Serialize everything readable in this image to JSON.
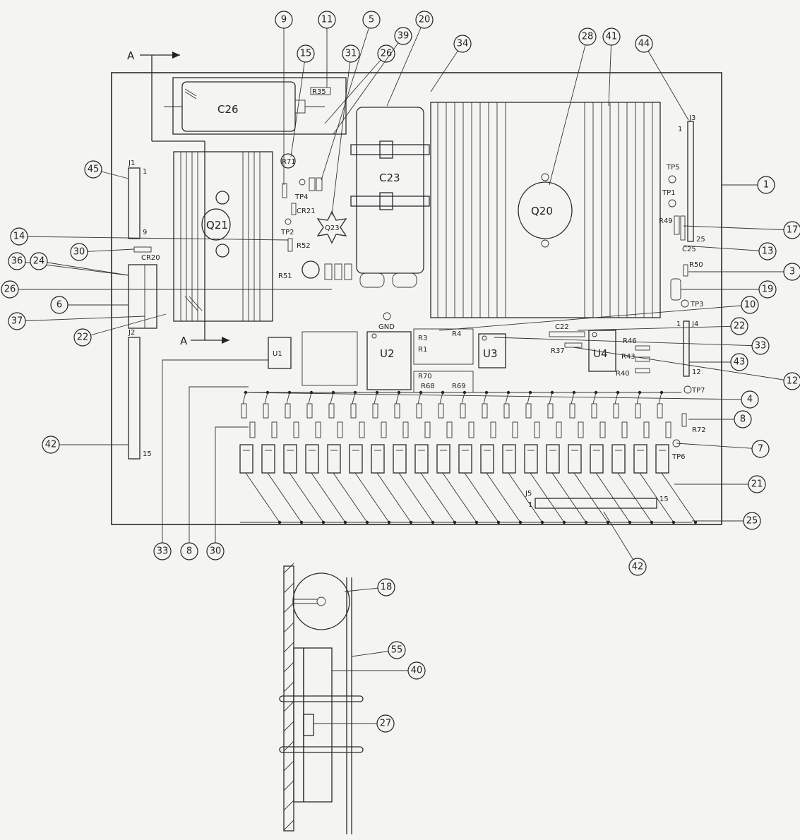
{
  "section": {
    "marker": "A"
  },
  "components": {
    "c26": "C26",
    "c23": "C23",
    "q20": "Q20",
    "q21": "Q21",
    "q23": "Q23",
    "r35": "R35",
    "r71": "R71",
    "r52": "R52",
    "r51": "R51",
    "cr21": "CR21",
    "cr20": "CR20",
    "tp4": "TP4",
    "tp2": "TP2",
    "tp5": "TP5",
    "tp1": "TP1",
    "tp3": "TP3",
    "tp7": "TP7",
    "tp6": "TP6",
    "r49": "R49",
    "c25": "C25",
    "r50": "R50",
    "c22": "C22",
    "r37": "R37",
    "r46": "R46",
    "r43": "R43",
    "r40": "R40",
    "r72": "R72",
    "u1": "U1",
    "u2": "U2",
    "u3": "U3",
    "u4": "U4",
    "gnd": "GND",
    "r3": "R3",
    "r1": "R1",
    "r4": "R4",
    "r70": "R70",
    "r68": "R68",
    "r69": "R69"
  },
  "connectors": {
    "j1": "J1",
    "j1_start": "1",
    "j1_end": "9",
    "j2": "J2",
    "j2_end": "15",
    "j3": "J3",
    "j3_start": "1",
    "j3_end": "25",
    "j4": "J4",
    "j4_start": "1",
    "j4_end": "12",
    "j5": "J5",
    "j5_start": "1",
    "j5_end": "15"
  },
  "callouts": [
    {
      "id": "c9",
      "text": "9"
    },
    {
      "id": "c11",
      "text": "11"
    },
    {
      "id": "c5",
      "text": "5"
    },
    {
      "id": "c20",
      "text": "20"
    },
    {
      "id": "c15",
      "text": "15"
    },
    {
      "id": "c31",
      "text": "31"
    },
    {
      "id": "c26a",
      "text": "26"
    },
    {
      "id": "c39",
      "text": "39"
    },
    {
      "id": "c34",
      "text": "34"
    },
    {
      "id": "c28",
      "text": "28"
    },
    {
      "id": "c41",
      "text": "41"
    },
    {
      "id": "c44",
      "text": "44"
    },
    {
      "id": "c1",
      "text": "1"
    },
    {
      "id": "c17",
      "text": "17"
    },
    {
      "id": "c13",
      "text": "13"
    },
    {
      "id": "c3",
      "text": "3"
    },
    {
      "id": "c19",
      "text": "19"
    },
    {
      "id": "c10",
      "text": "10"
    },
    {
      "id": "c22a",
      "text": "22"
    },
    {
      "id": "c33a",
      "text": "33"
    },
    {
      "id": "c43",
      "text": "43"
    },
    {
      "id": "c12",
      "text": "12"
    },
    {
      "id": "c4",
      "text": "4"
    },
    {
      "id": "c8a",
      "text": "8"
    },
    {
      "id": "c7",
      "text": "7"
    },
    {
      "id": "c21",
      "text": "21"
    },
    {
      "id": "c25",
      "text": "25"
    },
    {
      "id": "c42a",
      "text": "42"
    },
    {
      "id": "c45",
      "text": "45"
    },
    {
      "id": "c14",
      "text": "14"
    },
    {
      "id": "c30a",
      "text": "30"
    },
    {
      "id": "c36",
      "text": "36"
    },
    {
      "id": "c24",
      "text": "24"
    },
    {
      "id": "c26b",
      "text": "26"
    },
    {
      "id": "c6",
      "text": "6"
    },
    {
      "id": "c37",
      "text": "37"
    },
    {
      "id": "c22b",
      "text": "22"
    },
    {
      "id": "c42b",
      "text": "42"
    },
    {
      "id": "c33b",
      "text": "33"
    },
    {
      "id": "c8b",
      "text": "8"
    },
    {
      "id": "c30b",
      "text": "30"
    },
    {
      "id": "c18",
      "text": "18"
    },
    {
      "id": "c55",
      "text": "55"
    },
    {
      "id": "c40",
      "text": "40"
    },
    {
      "id": "c27",
      "text": "27"
    }
  ]
}
